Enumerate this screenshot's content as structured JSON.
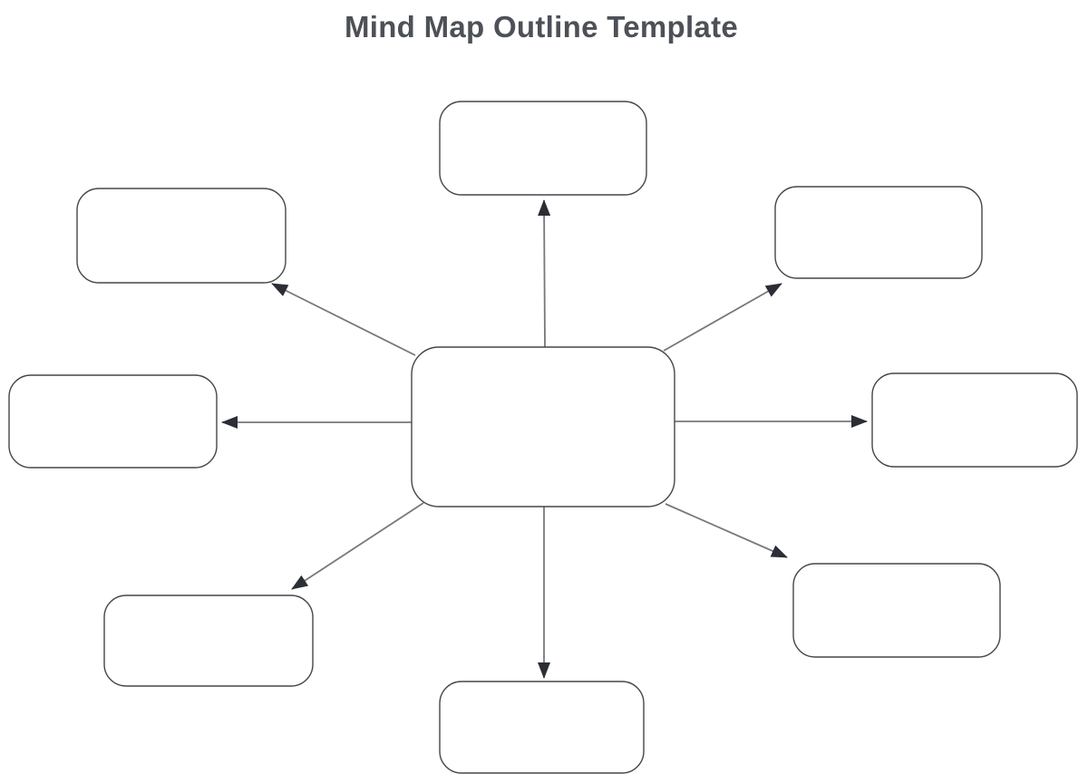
{
  "title": "Mind Map Outline Template",
  "colors": {
    "background": "#ffffff",
    "title": "#4d5157",
    "box-border": "#43464b",
    "box-fill": "#ffffff",
    "line": "#76787c",
    "arrowhead": "#2b2e35"
  },
  "diagram": {
    "type": "mind-map",
    "center_node": {
      "id": "central-topic",
      "label": ""
    },
    "branch_nodes": [
      {
        "id": "branch-top",
        "label": "",
        "direction": "top"
      },
      {
        "id": "branch-upper-left",
        "label": "",
        "direction": "upper-left"
      },
      {
        "id": "branch-upper-right",
        "label": "",
        "direction": "upper-right"
      },
      {
        "id": "branch-left",
        "label": "",
        "direction": "left"
      },
      {
        "id": "branch-right",
        "label": "",
        "direction": "right"
      },
      {
        "id": "branch-lower-left",
        "label": "",
        "direction": "lower-left"
      },
      {
        "id": "branch-lower-right",
        "label": "",
        "direction": "lower-right"
      },
      {
        "id": "branch-bottom",
        "label": "",
        "direction": "bottom"
      }
    ],
    "connectors": [
      {
        "from": "central-topic",
        "to": "branch-top"
      },
      {
        "from": "central-topic",
        "to": "branch-upper-left"
      },
      {
        "from": "central-topic",
        "to": "branch-upper-right"
      },
      {
        "from": "central-topic",
        "to": "branch-left"
      },
      {
        "from": "central-topic",
        "to": "branch-right"
      },
      {
        "from": "central-topic",
        "to": "branch-lower-left"
      },
      {
        "from": "central-topic",
        "to": "branch-lower-right"
      },
      {
        "from": "central-topic",
        "to": "branch-bottom"
      }
    ]
  }
}
